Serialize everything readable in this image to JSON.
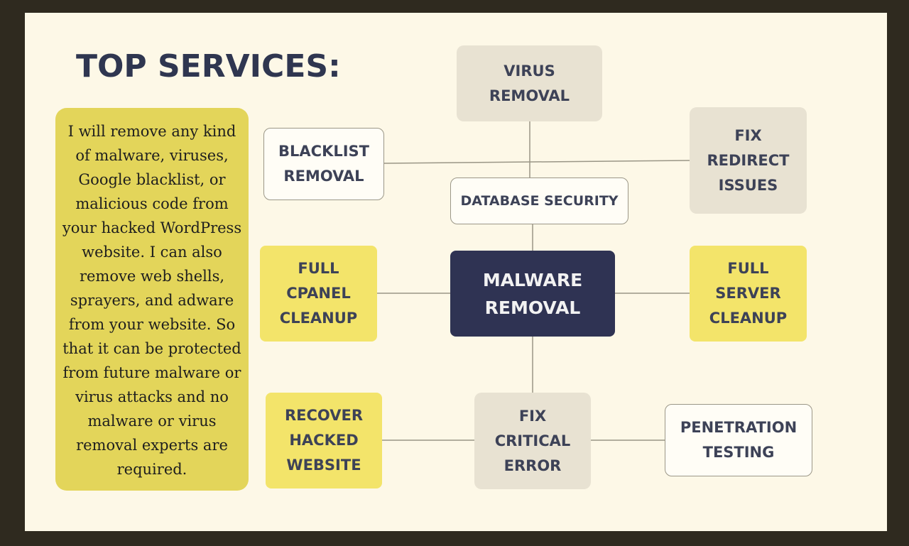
{
  "title": "TOP SERVICES:",
  "description": "I will remove any kind of malware, viruses, Google blacklist, or malicious code from your hacked WordPress website. I can also remove web shells, sprayers, and adware from your website. So that it can be protected from future malware or virus attacks and no malware or virus removal experts are required.",
  "nodes": {
    "virus_removal": "VIRUS\nREMOVAL",
    "blacklist_removal": "BLACKLIST\nREMOVAL",
    "fix_redirect_issues": "FIX\nREDIRECT\nISSUES",
    "database_security": "DATABASE SECURITY",
    "full_cpanel_cleanup": "FULL\nCPANEL\nCLEANUP",
    "malware_removal": "MALWARE\nREMOVAL",
    "full_server_cleanup": "FULL\nSERVER\nCLEANUP",
    "recover_hacked_website": "RECOVER\nHACKED\nWEBSITE",
    "fix_critical_error": "FIX\nCRITICAL\nERROR",
    "penetration_testing": "PENETRATION\nTESTING"
  },
  "colors": {
    "background": "#fdf8e7",
    "frame": "#2f2a1f",
    "central_node": "#2f3353",
    "yellow_node": "#f3e46a",
    "grey_node": "#e8e2d2",
    "text": "#3d4257"
  }
}
